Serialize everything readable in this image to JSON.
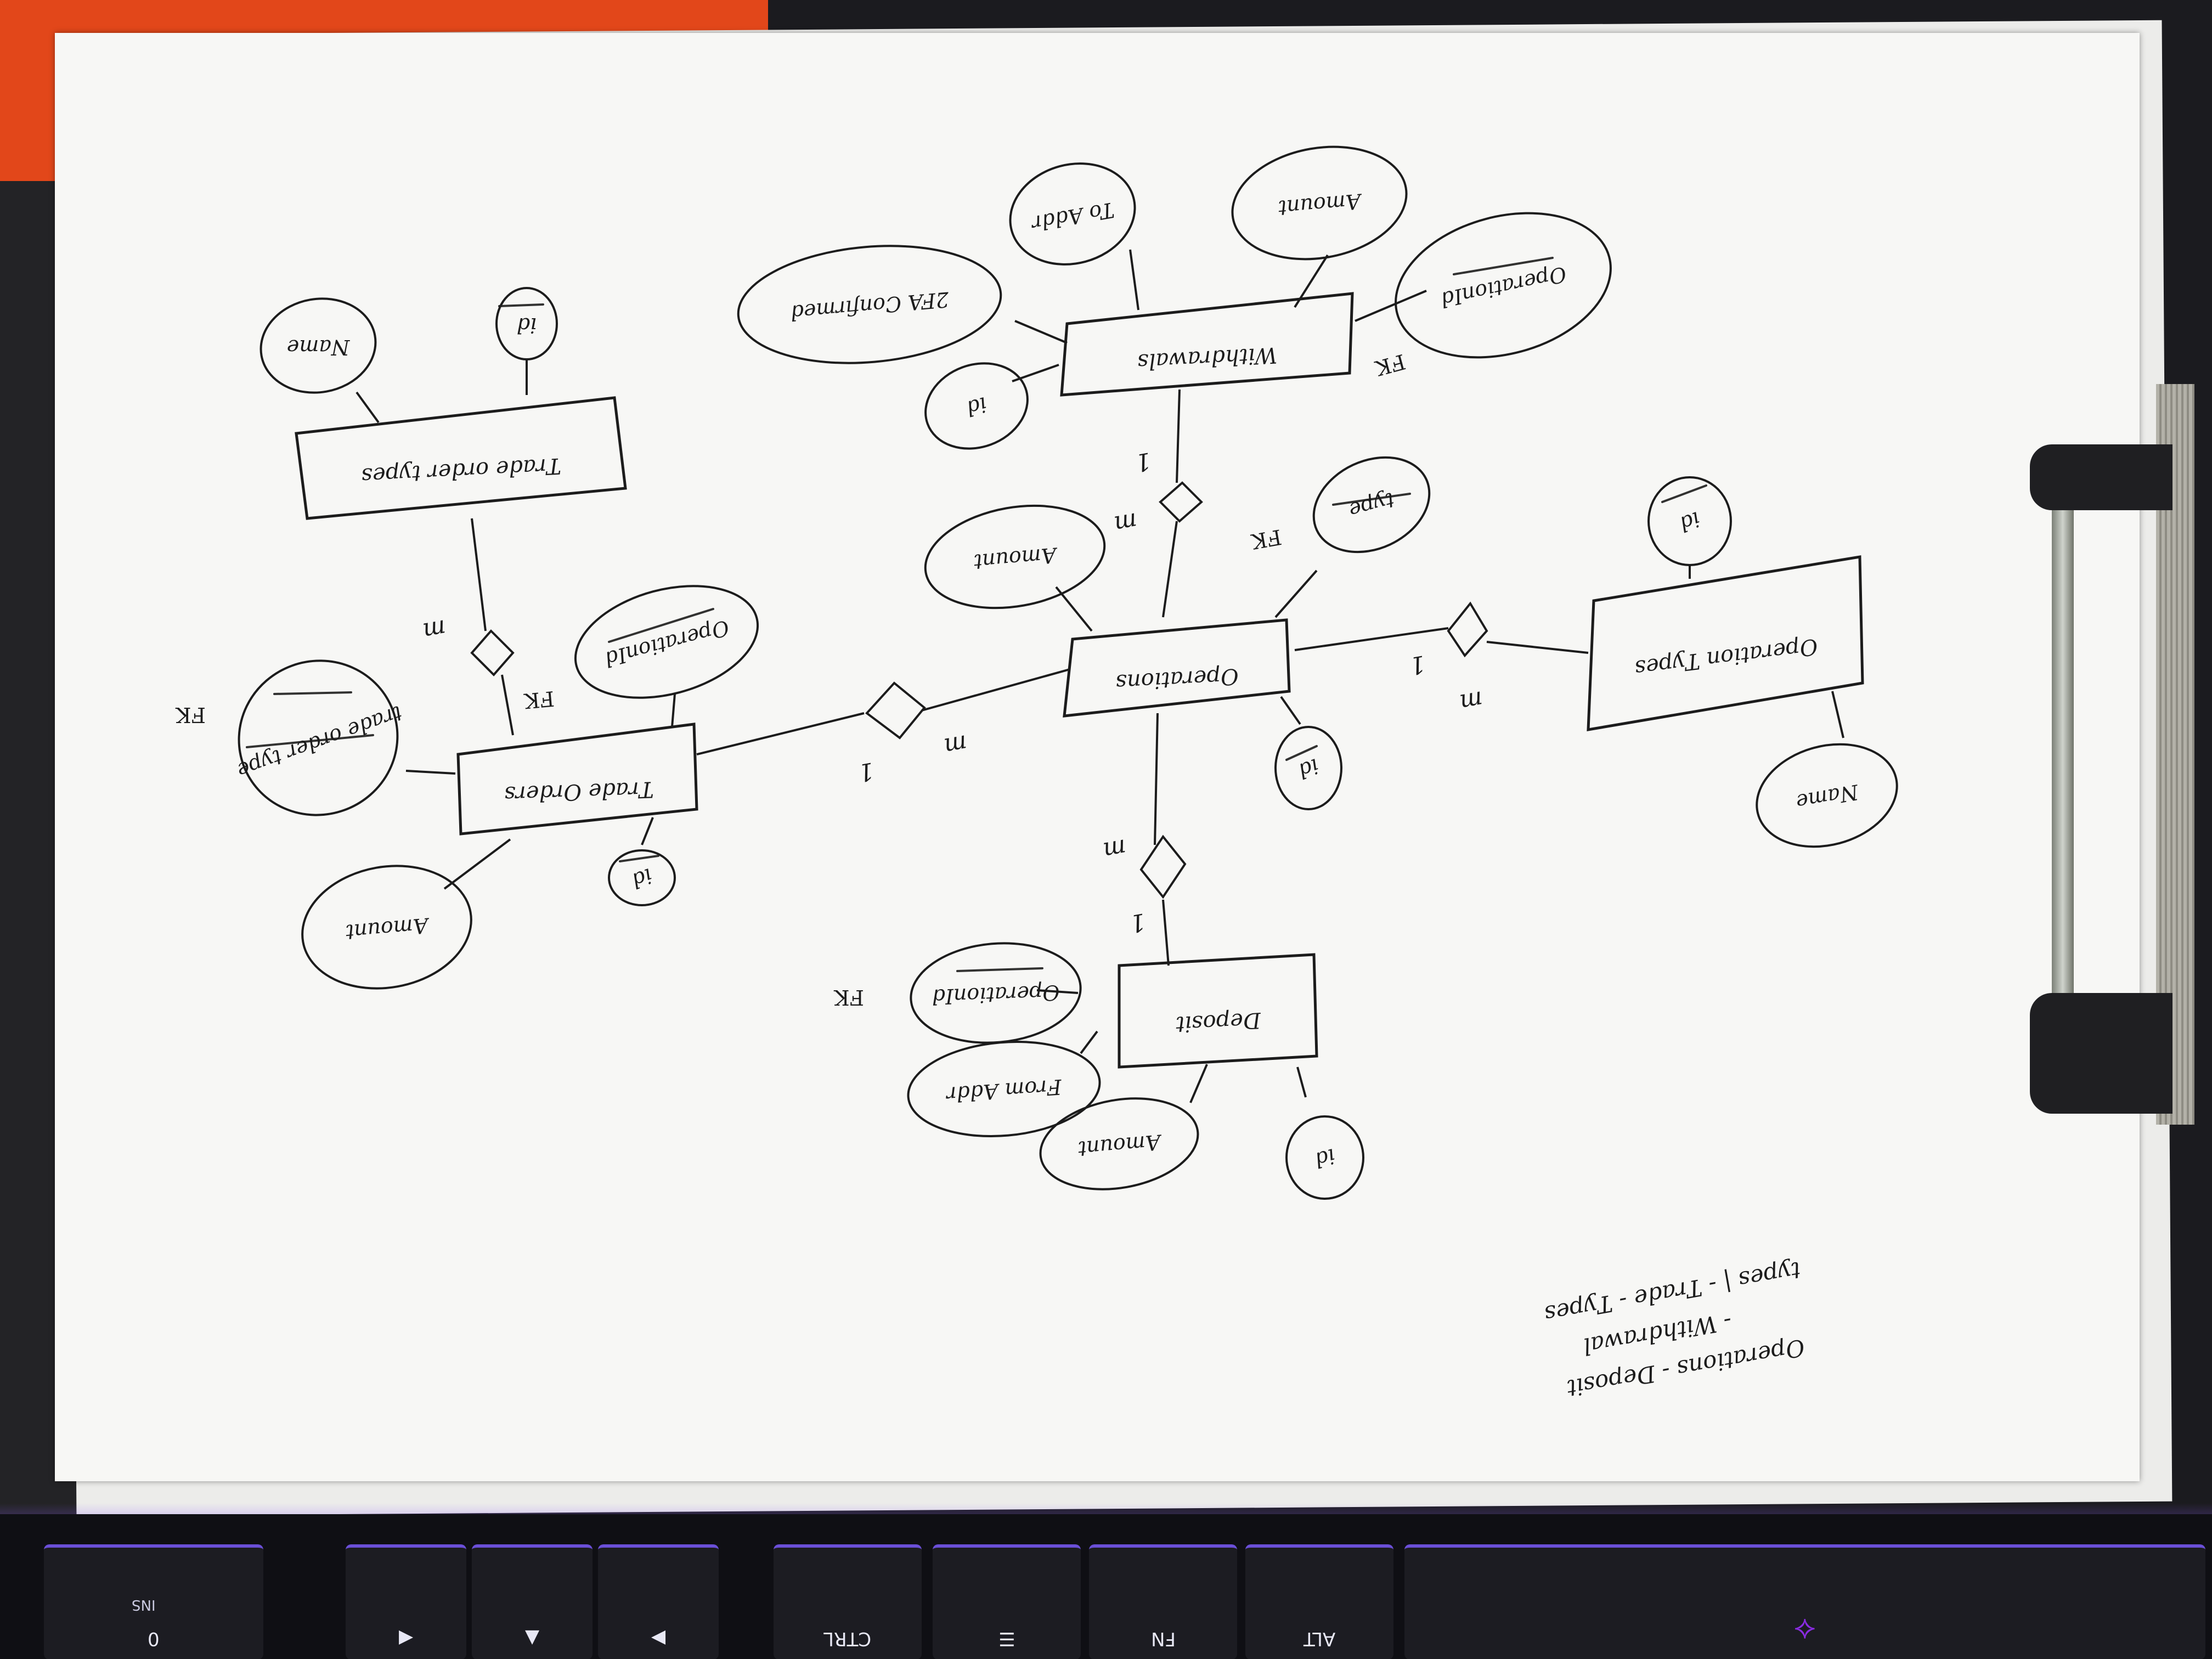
{
  "colors": {
    "orange_highlight": "#f0961e",
    "blue_highlight": "#1e8fd6",
    "green_highlight": "#1e8a3c",
    "pink_highlight": "#d6245a",
    "ink": "#1c1c1c",
    "paper": "#f7f7f5",
    "keyboard_backlight": "#7b5cff"
  },
  "entities": {
    "trade_order_types": "Trade order types",
    "trade_orders": "Trade Orders",
    "withdrawals": "Withdrawals",
    "operations": "Operations",
    "operation_types": "Operation Types",
    "deposit": "Deposit"
  },
  "attributes": {
    "tot_name": "Name",
    "tot_id": "id",
    "to_type": "trade order type",
    "to_operation_id": "OperationId",
    "to_id": "id",
    "to_amount": "Amount",
    "w_to_addr": "To Addr",
    "w_amount": "Amount",
    "w_operation_id": "OperationId",
    "w_2fa": "2FA Confirmed",
    "w_id": "id",
    "op_amount": "Amount",
    "op_type": "type",
    "op_id": "id",
    "ot_id": "id",
    "ot_name": "Name",
    "d_operation_id": "OperationId",
    "d_from_addr": "From Addr",
    "d_amount": "Amount",
    "d_id": "id"
  },
  "cardinality": {
    "tot_to_many": "m",
    "w_one": "1",
    "w_many": "m",
    "to_one": "1",
    "to_many": "m",
    "ot_one": "1",
    "ot_many": "m",
    "d_many": "m",
    "d_one": "1"
  },
  "fk_labels": {
    "to_type_fk": "FK",
    "to_op_fk": "FK",
    "w_op_fk": "FK",
    "op_type_fk": "FK",
    "d_op_fk": "FK"
  },
  "notes": {
    "line1": "Operations - Deposit",
    "line2": "- Withdrawal",
    "line3": "types | - Trade - Types"
  },
  "keyboard": {
    "keys": [
      "0",
      "◀",
      "▲",
      "▶",
      "CTRL",
      "☰",
      "FN",
      "ALT"
    ],
    "ins_label": "INS",
    "brand_icon": "hyperx-logo-icon"
  }
}
